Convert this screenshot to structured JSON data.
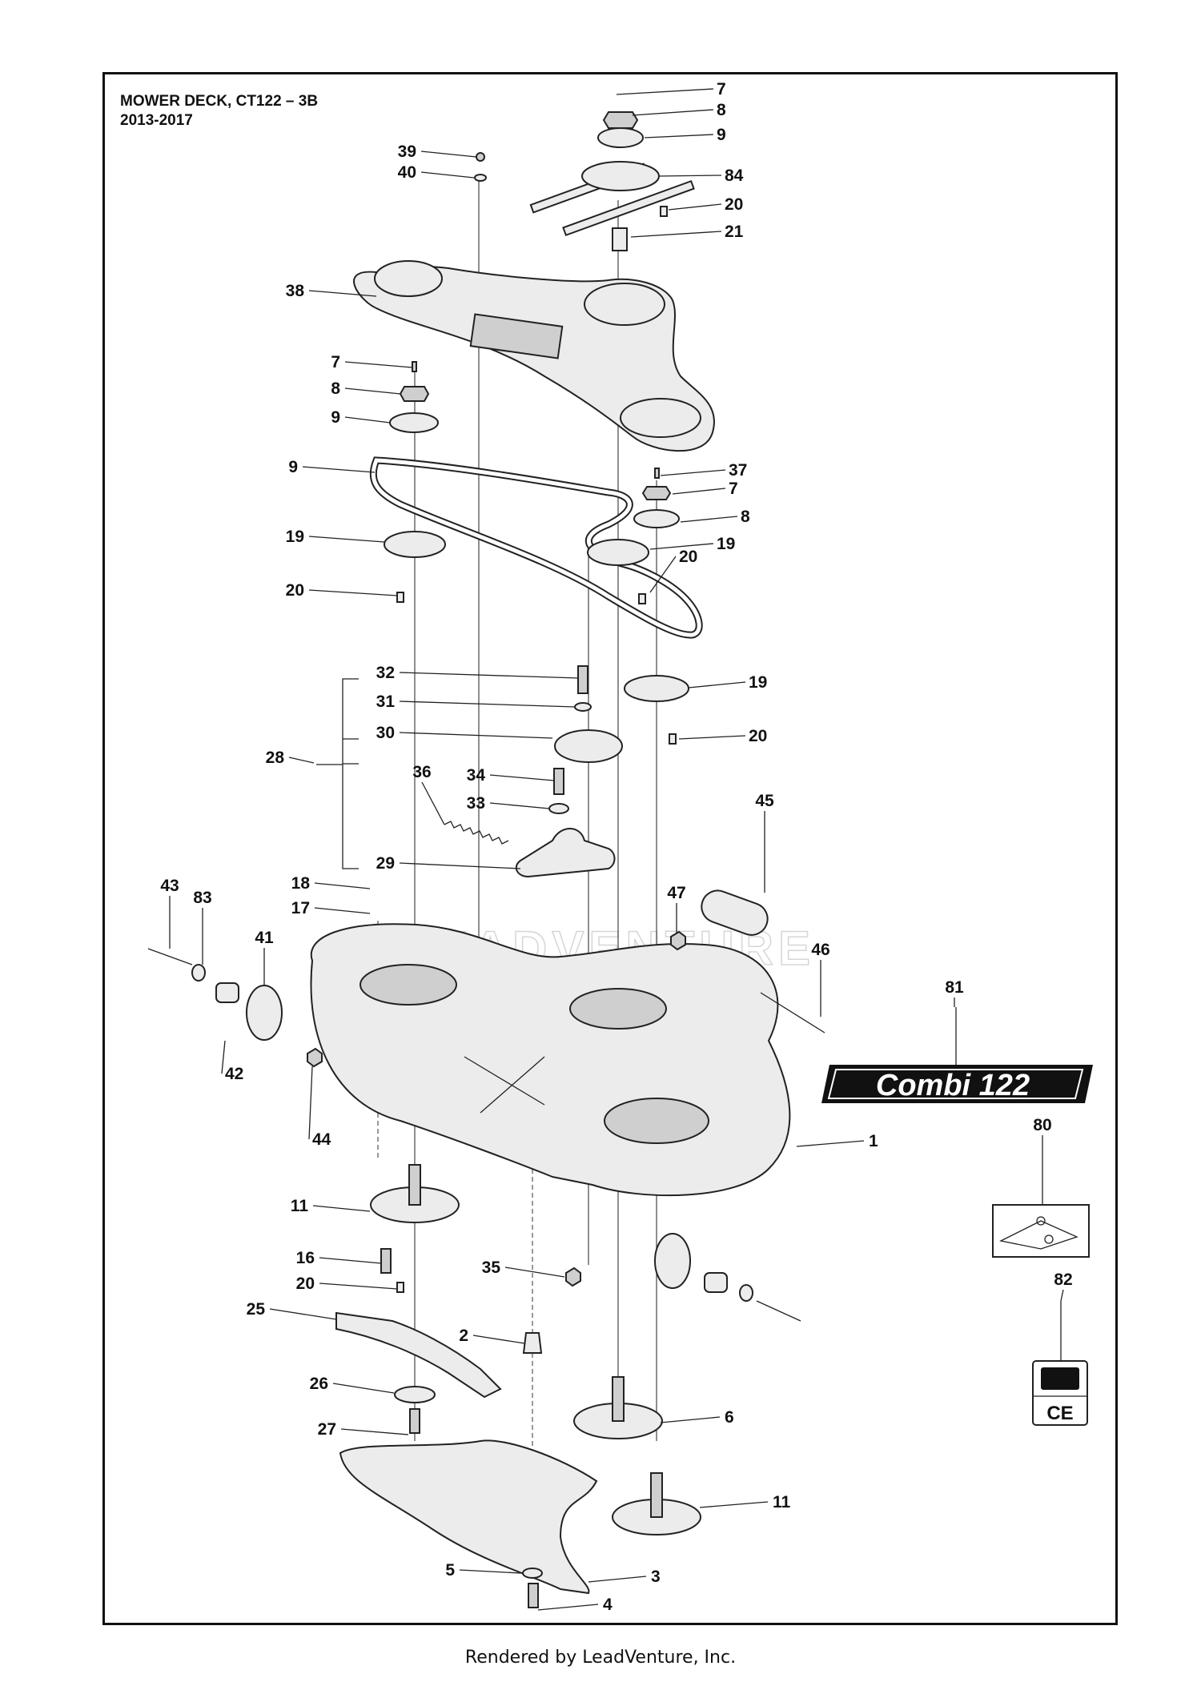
{
  "diagram": {
    "title_line1": "MOWER DECK, CT122 – 3B",
    "title_line2": "2013-2017",
    "footer": "Rendered by LeadVenture, Inc.",
    "watermark": "LEADVENTURE",
    "decal_text": "Combi 122",
    "ce_mark": "CE"
  },
  "callouts": [
    "7",
    "8",
    "9",
    "84",
    "20",
    "21",
    "39",
    "40",
    "38",
    "7",
    "8",
    "9",
    "37",
    "7",
    "8",
    "9",
    "19",
    "19",
    "20",
    "20",
    "32",
    "31",
    "30",
    "28",
    "19",
    "20",
    "36",
    "34",
    "33",
    "29",
    "45",
    "47",
    "18",
    "17",
    "43",
    "83",
    "41",
    "46",
    "81",
    "42",
    "44",
    "1",
    "80",
    "11",
    "16",
    "35",
    "20",
    "25",
    "2",
    "26",
    "27",
    "6",
    "11",
    "82",
    "5",
    "3",
    "4"
  ]
}
